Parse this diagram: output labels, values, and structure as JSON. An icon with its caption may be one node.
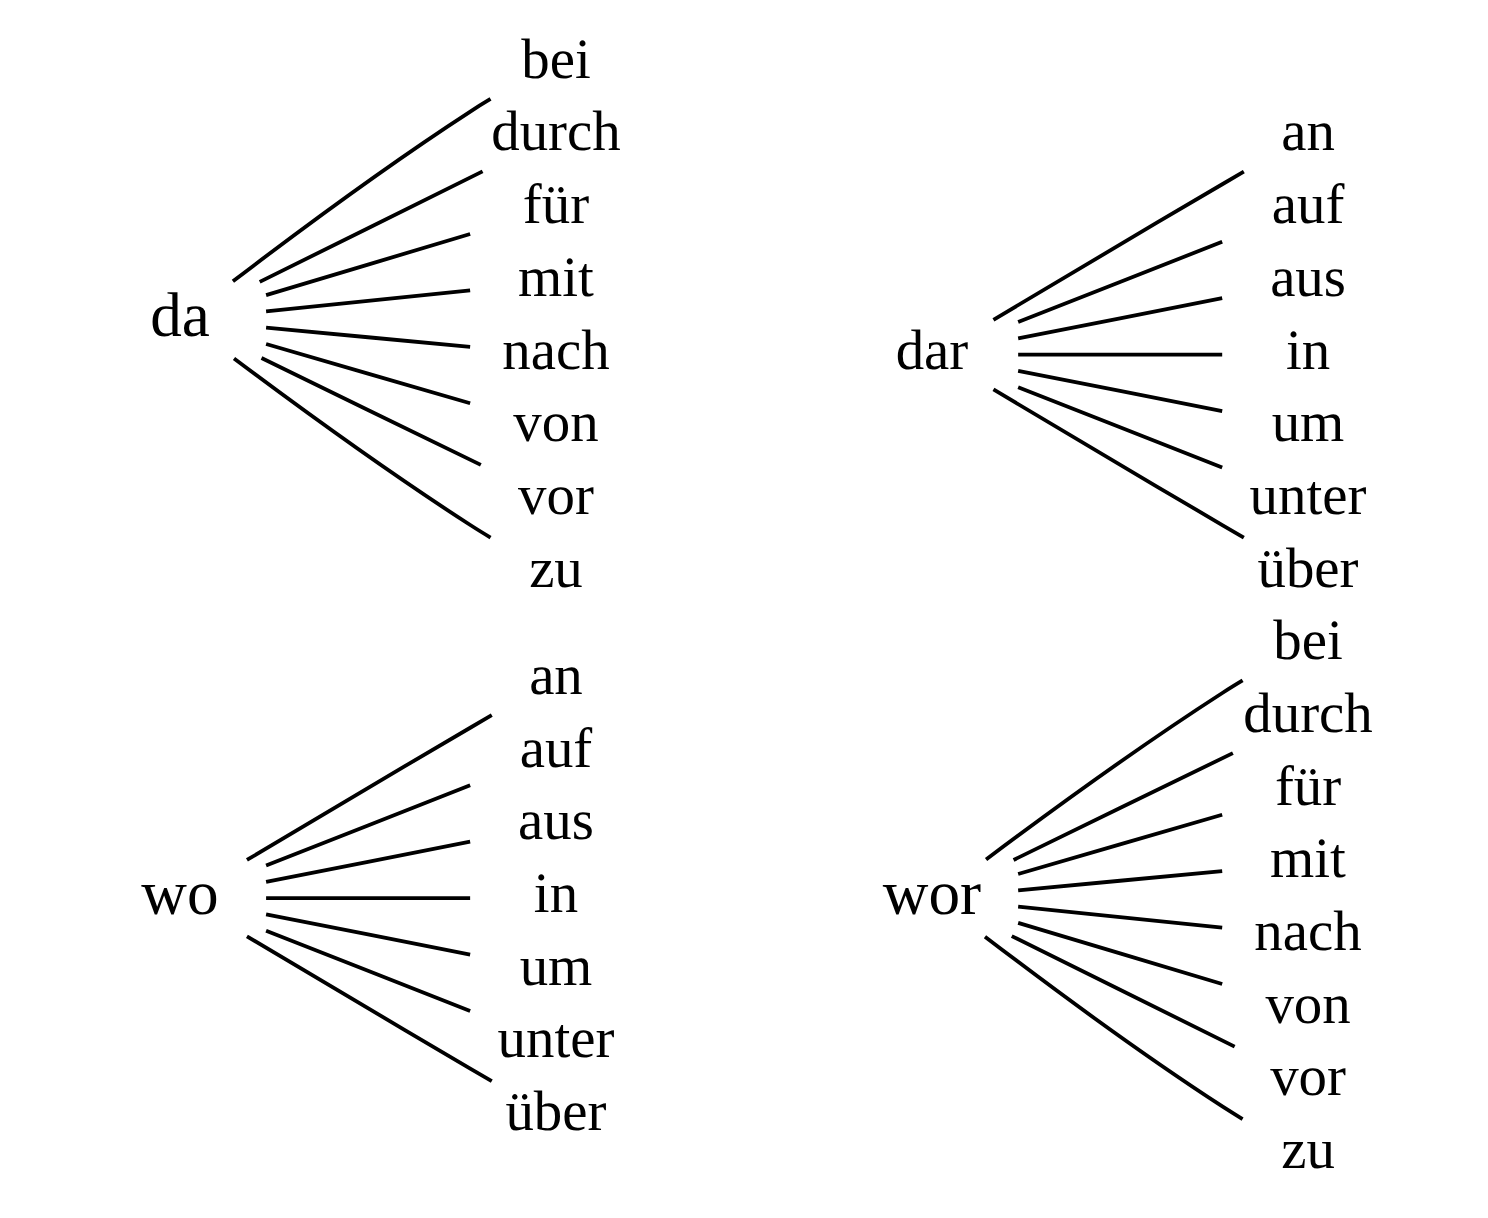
{
  "diagram": {
    "nodes": [
      {
        "text": [
          "wo"
        ]
      },
      {
        "text": [
          "an"
        ]
      },
      {
        "text": [
          "auf"
        ]
      },
      {
        "text": [
          "aus"
        ]
      },
      {
        "text": [
          "in"
        ]
      },
      {
        "text": [
          "um"
        ]
      },
      {
        "text": [
          "unter"
        ]
      },
      {
        "text": [
          "über"
        ]
      },
      {
        "text": [
          "wor"
        ]
      },
      {
        "text": [
          "bei"
        ]
      },
      {
        "text": [
          "durch"
        ]
      },
      {
        "text": [
          "für"
        ]
      },
      {
        "text": [
          "mit"
        ]
      },
      {
        "text": [
          "nach"
        ]
      },
      {
        "text": [
          "von"
        ]
      },
      {
        "text": [
          "vor"
        ]
      },
      {
        "text": [
          "zu"
        ]
      },
      {
        "text": [
          "da"
        ]
      },
      {
        "text": [
          "bei"
        ]
      },
      {
        "text": [
          "durch"
        ]
      },
      {
        "text": [
          "für"
        ]
      },
      {
        "text": [
          "mit"
        ]
      },
      {
        "text": [
          "nach"
        ]
      },
      {
        "text": [
          "von"
        ]
      },
      {
        "text": [
          "vor"
        ]
      },
      {
        "text": [
          "zu"
        ]
      },
      {
        "text": [
          "dar"
        ]
      },
      {
        "text": [
          "an"
        ]
      },
      {
        "text": [
          "auf"
        ]
      },
      {
        "text": [
          "aus"
        ]
      },
      {
        "text": [
          "in"
        ]
      },
      {
        "text": [
          "um"
        ]
      },
      {
        "text": [
          "unter"
        ]
      },
      {
        "text": [
          "über"
        ]
      }
    ],
    "edges": [
      {
        "from": 0,
        "to": 1,
        "arrow": "none"
      },
      {
        "from": 0,
        "to": 2,
        "arrow": "none"
      },
      {
        "from": 0,
        "to": 3,
        "arrow": "none"
      },
      {
        "from": 0,
        "to": 4,
        "arrow": "none"
      },
      {
        "from": 0,
        "to": 5,
        "arrow": "none"
      },
      {
        "from": 0,
        "to": 6,
        "arrow": "none"
      },
      {
        "from": 0,
        "to": 7,
        "arrow": "none"
      },
      {
        "from": 8,
        "to": 9,
        "arrow": "none"
      },
      {
        "from": 8,
        "to": 10,
        "arrow": "none"
      },
      {
        "from": 8,
        "to": 11,
        "arrow": "none"
      },
      {
        "from": 8,
        "to": 12,
        "arrow": "none"
      },
      {
        "from": 8,
        "to": 13,
        "arrow": "none"
      },
      {
        "from": 8,
        "to": 14,
        "arrow": "none"
      },
      {
        "from": 8,
        "to": 15,
        "arrow": "none"
      },
      {
        "from": 8,
        "to": 16,
        "arrow": "none"
      },
      {
        "from": 17,
        "to": 18,
        "arrow": "none"
      },
      {
        "from": 17,
        "to": 19,
        "arrow": "none"
      },
      {
        "from": 17,
        "to": 20,
        "arrow": "none"
      },
      {
        "from": 17,
        "to": 21,
        "arrow": "none"
      },
      {
        "from": 17,
        "to": 22,
        "arrow": "none"
      },
      {
        "from": 17,
        "to": 23,
        "arrow": "none"
      },
      {
        "from": 17,
        "to": 24,
        "arrow": "none"
      },
      {
        "from": 17,
        "to": 25,
        "arrow": "none"
      },
      {
        "from": 26,
        "to": 27,
        "arrow": "none"
      },
      {
        "from": 26,
        "to": 28,
        "arrow": "none"
      },
      {
        "from": 26,
        "to": 29,
        "arrow": "none"
      },
      {
        "from": 26,
        "to": 30,
        "arrow": "none"
      },
      {
        "from": 26,
        "to": 31,
        "arrow": "none"
      },
      {
        "from": 26,
        "to": 32,
        "arrow": "none"
      },
      {
        "from": 26,
        "to": 33,
        "arrow": "none"
      }
    ]
  }
}
